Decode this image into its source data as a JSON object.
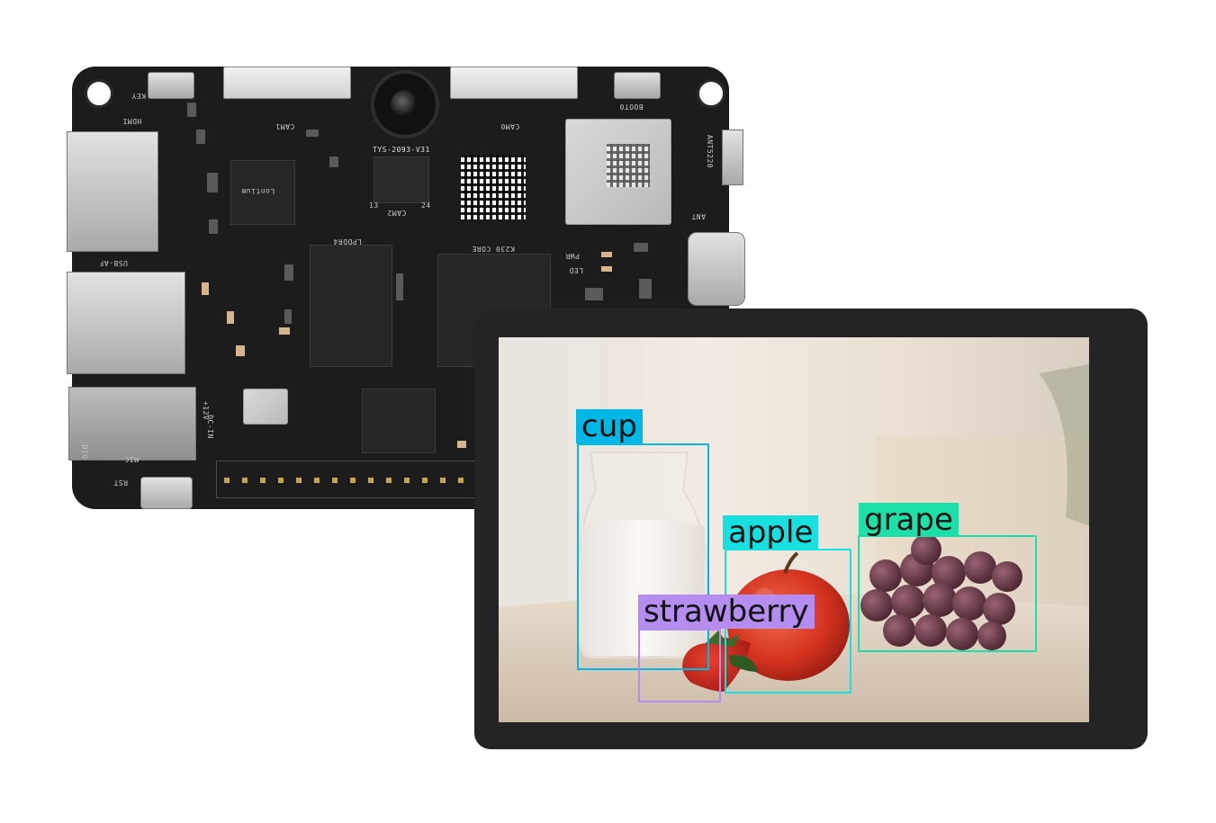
{
  "board": {
    "silkscreen": {
      "key": "KEY",
      "hdmi": "HDMI",
      "cam1": "CAM1",
      "cam0": "CAM0",
      "cam2": "CAM2",
      "booto": "BOOT0",
      "ant5220": "ANT5220",
      "ant": "ANT",
      "sensor": "TYS-2093-V31",
      "lpddr4": "LPDDR4",
      "core": "K230 CORE",
      "pwr": "PWR",
      "led": "LED",
      "usb_af": "USB-AF",
      "dc_in": "DC-IN",
      "volt": "+12V",
      "mic": "MIC",
      "rst": "RST",
      "audio": "DIO",
      "lontium": "Lontium",
      "n13": "13",
      "n24": "24"
    }
  },
  "detections": [
    {
      "label": "cup",
      "color": "#00b8e6"
    },
    {
      "label": "apple",
      "color": "#19e0e0"
    },
    {
      "label": "grape",
      "color": "#1de0a8"
    },
    {
      "label": "strawberry",
      "color": "#b58cf0"
    }
  ]
}
